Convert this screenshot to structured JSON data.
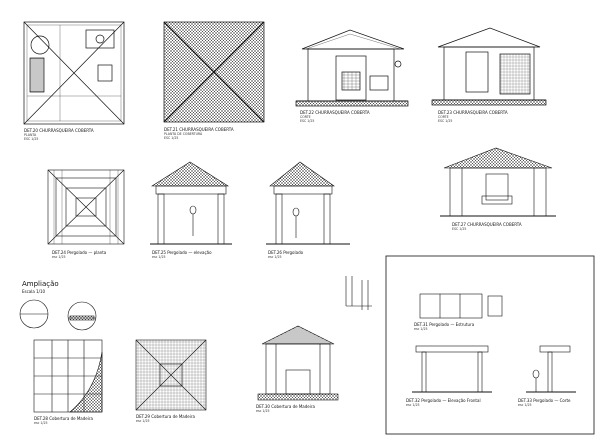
{
  "drawing": {
    "amplification_title": "Ampliação",
    "amplification_scale": "Escala 1/10",
    "views": [
      {
        "title": "DET.20 CHURRASQUEIRA COBERTA",
        "subtitle": "PLANTA",
        "scale": "ESC 1/25"
      },
      {
        "title": "DET.21 CHURRASQUEIRA COBERTA",
        "subtitle": "PLANTA DE COBERTURA",
        "scale": "ESC 1/25"
      },
      {
        "title": "DET.22 CHURRASQUEIRA COBERTA",
        "subtitle": "CORTE",
        "scale": "ESC 1/25"
      },
      {
        "title": "DET.23 CHURRASQUEIRA COBERTA",
        "subtitle": "CORTE",
        "scale": "ESC 1/25"
      },
      {
        "title": "DET.24 Pergolado — planta",
        "subtitle": "",
        "scale": "esc 1/25"
      },
      {
        "title": "DET.25 Pergolado — elevação",
        "subtitle": "",
        "scale": "esc 1/25"
      },
      {
        "title": "DET.26 Pergolado",
        "subtitle": "",
        "scale": "esc 1/25"
      },
      {
        "title": "DET.27 CHURRASQUEIRA COBERTA",
        "subtitle": "",
        "scale": "ESC 1/25"
      },
      {
        "title": "DET.28 Cobertura de Madeira",
        "subtitle": "",
        "scale": "esc 1/25"
      },
      {
        "title": "DET.29 Cobertura de Madeira",
        "subtitle": "",
        "scale": "esc 1/25"
      },
      {
        "title": "DET.30 Cobertura de Madeira",
        "subtitle": "",
        "scale": "esc 1/25"
      },
      {
        "title": "DET.31 Pergolado — Estrutura",
        "subtitle": "",
        "scale": "esc 1/25"
      },
      {
        "title": "DET.32 Pergolado — Elevação Frontal",
        "subtitle": "",
        "scale": "esc 1/25"
      },
      {
        "title": "DET.33 Pergolado — Corte",
        "subtitle": "",
        "scale": "esc 1/25"
      }
    ]
  }
}
